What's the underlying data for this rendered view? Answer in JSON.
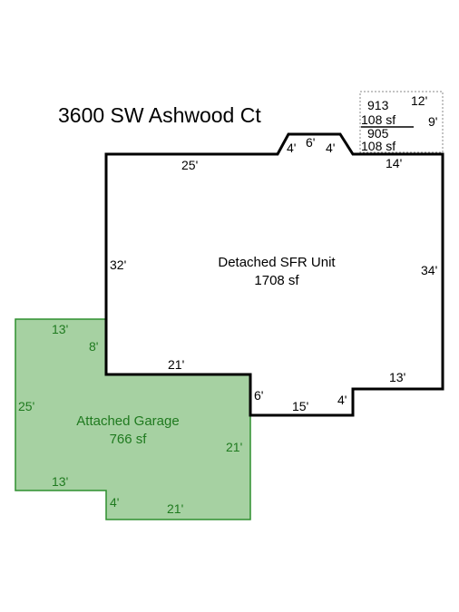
{
  "title": "3600 SW Ashwood Ct",
  "colors": {
    "garage_fill": "#a6d1a2",
    "garage_stroke": "#2f8f2f",
    "garage_text": "#1f7a1f",
    "unit_stroke": "#000000"
  },
  "unit": {
    "name": "Detached SFR Unit",
    "area": "1708 sf",
    "dims": {
      "top_left": "25'",
      "bump_left": "4'",
      "bump_top": "6'",
      "bump_right": "4'",
      "top_right": "14'",
      "left": "32'",
      "right": "34'",
      "bottom_right": "13'",
      "step_v": "4'",
      "bottom_mid": "15'",
      "step_left": "6'",
      "bottom_left": "21'"
    }
  },
  "garage": {
    "name": "Attached Garage",
    "area": "766 sf",
    "dims": {
      "top": "13'",
      "top_v": "8'",
      "left": "25'",
      "right": "21'",
      "lower_left": "13'",
      "notch_v": "4'",
      "bottom": "21'"
    }
  },
  "inset": {
    "area_a": "913",
    "len_a": "12'",
    "sf_a": "108 sf",
    "len_b": "9'",
    "area_b": "905",
    "sf_b": "108 sf"
  }
}
